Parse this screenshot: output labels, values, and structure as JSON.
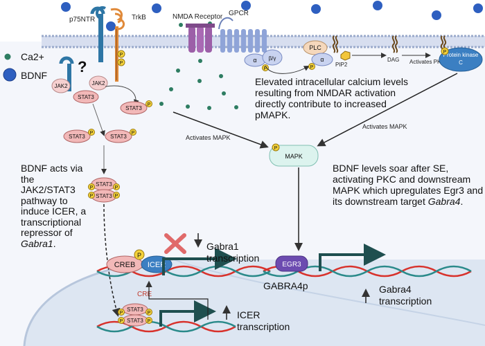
{
  "legend": {
    "ca": "Ca2+",
    "bdnf": "BDNF"
  },
  "receptors": {
    "p75": "p75NTR",
    "trkb": "TrkB",
    "nmda": "NMDA Receptor",
    "gpcr": "GPCR"
  },
  "question": "?",
  "molecules": {
    "jak2": "JAK2",
    "stat3": "STAT3",
    "p": "P",
    "alpha": "α",
    "beta_gamma": "β/γ",
    "plc": "PLC",
    "pip2": "PIP2",
    "dag": "DAG",
    "pkc": "Protein kinase C",
    "mapk": "MAPK",
    "creb": "CREB",
    "icer": "ICER",
    "egr3": "EGR3",
    "cre": "CRE"
  },
  "arrows": {
    "activates_pkc": "Activates PKC",
    "activates_mapk_right": "Activates MAPK",
    "activates_mapk_left": "Activates MAPK"
  },
  "paragraphs": {
    "nmdar": "Elevated intracellular calcium levels resulting from NMDAR activation directly contribute to increased pMAPK.",
    "jakstat": "BDNF acts via the JAK2/STAT3 pathway to induce ICER, a transcriptional repressor of ",
    "jakstat_gene": "Gabra1",
    "jakstat_end": ".",
    "egr3": "BDNF levels soar after SE, activating PKC and downstream MAPK which upregulates Egr3 and its downstream target ",
    "egr3_gene": "Gabra4",
    "egr3_end": "."
  },
  "labels": {
    "gabra1": "Gabra1 transcription",
    "gabra4": "Gabra4 transcription",
    "gabra4p": "GABRA4p",
    "icer_tx": "ICER transcription"
  },
  "colors": {
    "membrane": "#c8d4ea",
    "nucleus": "#dfe8f4",
    "dna_red": "#d8322c",
    "dna_teal": "#2a8a8a",
    "ca_green": "#2e7d62",
    "bdnf_blue": "#2e5fc0",
    "stat_pink": "#f2b8b8",
    "phospho_yellow": "#f4d23a",
    "mapk_mint": "#dcf3ee",
    "egr3_purple": "#6c4bb0",
    "icer_blue": "#3b7fc2",
    "nmda_purple": "#9c5fa8",
    "gpcr_blue": "#8fa4d8"
  }
}
